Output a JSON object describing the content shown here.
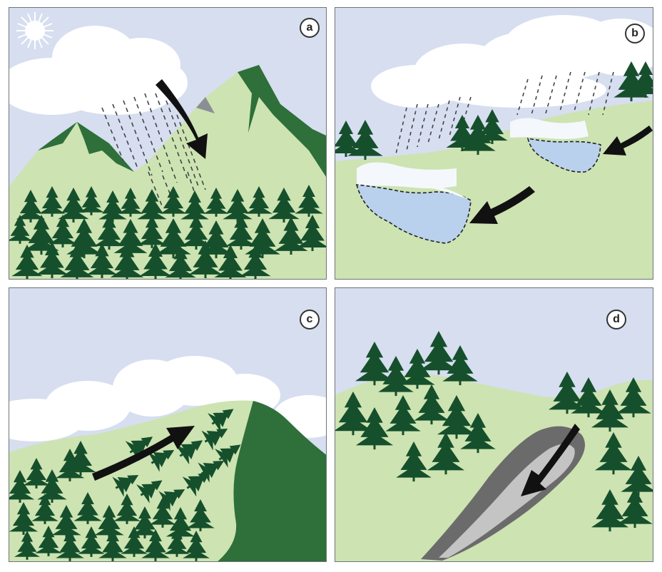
{
  "panels": [
    {
      "label": "a"
    },
    {
      "label": "b"
    },
    {
      "label": "c"
    },
    {
      "label": "d"
    }
  ],
  "colors": {
    "sky": "#d6def0",
    "cloud": "#ffffff",
    "light_green": "#cde3b2",
    "dark_green": "#2f6f3a",
    "tree": "#164f2c",
    "lake": "#b9d1ec",
    "ice": "#f4f8fc",
    "arrow": "#111111",
    "debris_outer": "#6b6b6b",
    "debris_inner": "#c4c4c4"
  },
  "icons": [
    "sun-icon",
    "cloud-icon",
    "rain-icon",
    "tree-icon",
    "arrow-icon",
    "lake-icon"
  ]
}
